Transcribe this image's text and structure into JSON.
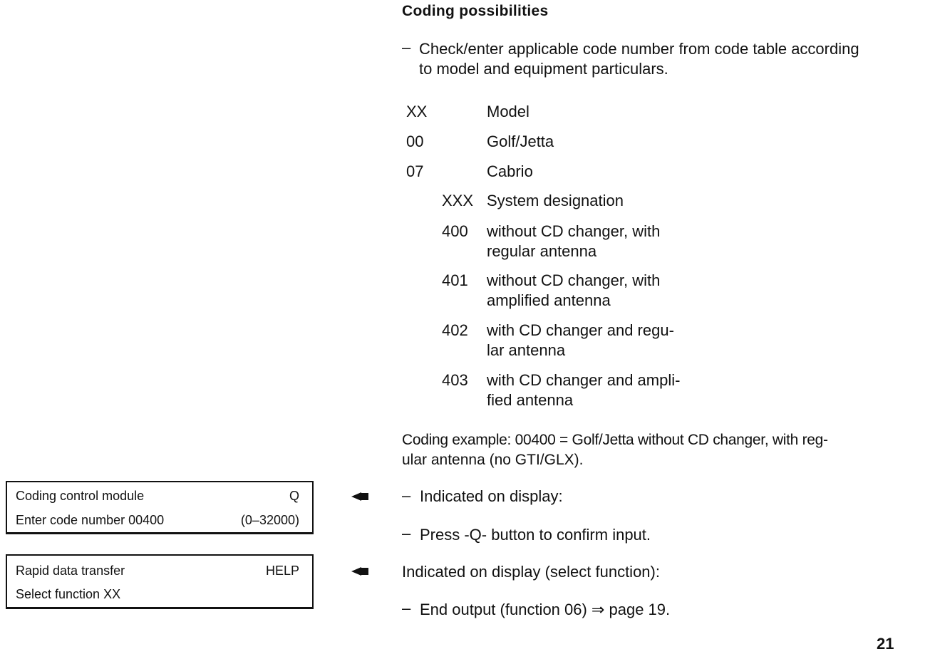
{
  "heading": "Coding possibilities",
  "intro_bullet": {
    "line1": "Check/enter applicable code number from code table according",
    "line2": "to model and equipment particulars."
  },
  "model_header": {
    "code": "XX",
    "label": "Model"
  },
  "models": [
    {
      "code": "00",
      "label": "Golf/Jetta"
    },
    {
      "code": "07",
      "label": "Cabrio"
    }
  ],
  "system_header": {
    "code": "XXX",
    "label": "System designation"
  },
  "systems": [
    {
      "code": "400",
      "line1": "without CD changer, with",
      "line2": "regular antenna"
    },
    {
      "code": "401",
      "line1": "without CD changer, with",
      "line2": "amplified antenna"
    },
    {
      "code": "402",
      "line1": "with CD changer and regu-",
      "line2": "lar antenna"
    },
    {
      "code": "403",
      "line1": "with CD changer and ampli-",
      "line2": "fied antenna"
    }
  ],
  "coding_example": {
    "line1": "Coding example: 00400 = Golf/Jetta without CD changer, with reg-",
    "line2": "ular antenna (no GTI/GLX)."
  },
  "display1": {
    "row1_left": "Coding control module",
    "row1_right": "Q",
    "row2_left": "Enter code number 00400",
    "row2_right": "(0–32000)"
  },
  "display2": {
    "row1_left": "Rapid data transfer",
    "row1_right": "HELP",
    "row2_left": "Select function XX"
  },
  "steps": {
    "indicated": "Indicated on display:",
    "press_q": "Press -Q- button to confirm input.",
    "indicated_select": "Indicated on display (select function):",
    "end_output": "End output (function 06) ⇒ page 19."
  },
  "page_number": "21"
}
